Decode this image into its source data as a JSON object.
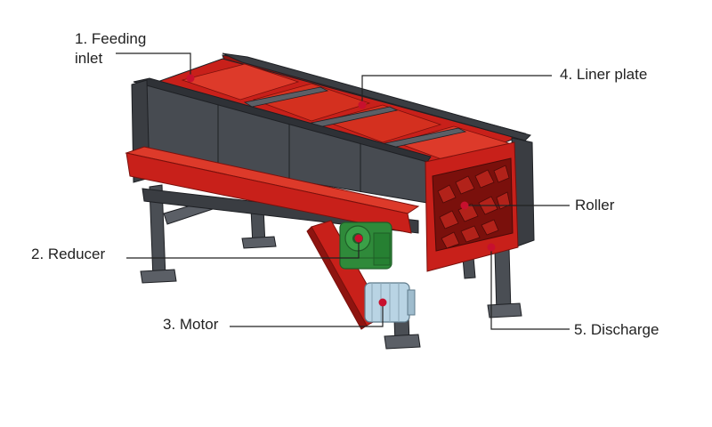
{
  "labels": {
    "feeding_line1": "1. Feeding",
    "feeding_line2": "inlet",
    "reducer": "2. Reducer",
    "motor": "3. Motor",
    "liner_plate": "4. Liner plate",
    "discharge": "5. Discharge",
    "roller": "Roller"
  },
  "colors": {
    "body_red": "#c8201a",
    "body_red_dark": "#8e1410",
    "body_red_light": "#dd3a2a",
    "steel_dark": "#3a3d42",
    "steel_mid": "#5b5f66",
    "steel_light": "#80858c",
    "reducer_green": "#2f8a3a",
    "reducer_green_dark": "#1f5e27",
    "motor_blue": "#b9d4e4",
    "marker_dot": "#c8102e",
    "leader_line": "#222222"
  }
}
